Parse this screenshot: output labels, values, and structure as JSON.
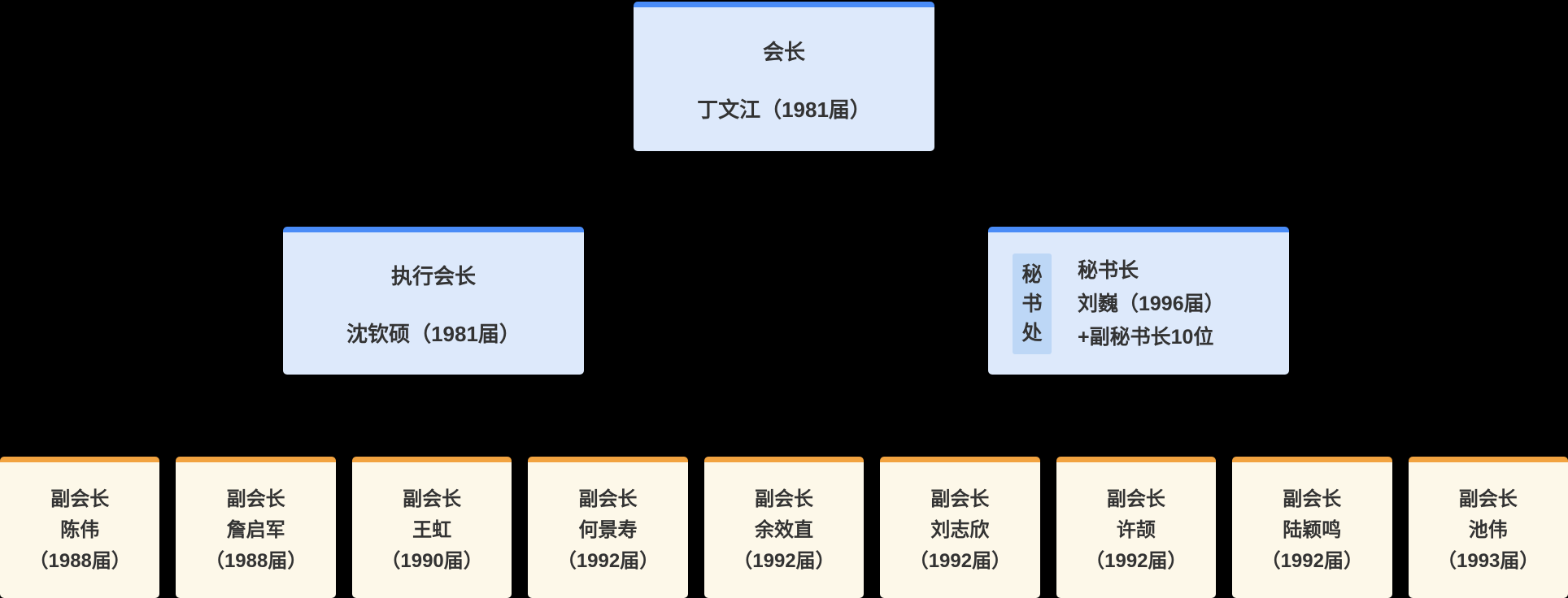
{
  "president": {
    "title": "会长",
    "name": "丁文江（1981届）"
  },
  "executive_president": {
    "title": "执行会长",
    "name": "沈钦硕（1981届）"
  },
  "secretariat": {
    "label": "秘书处",
    "line1": "秘书长",
    "line2": "刘巍（1996届）",
    "line3": "+副秘书长10位"
  },
  "vice_presidents": [
    {
      "title": "副会长",
      "name": "陈伟",
      "year": "（1988届）"
    },
    {
      "title": "副会长",
      "name": "詹启军",
      "year": "（1988届）"
    },
    {
      "title": "副会长",
      "name": "王虹",
      "year": "（1990届）"
    },
    {
      "title": "副会长",
      "name": "何景寿",
      "year": "（1992届）"
    },
    {
      "title": "副会长",
      "name": "余效直",
      "year": "（1992届）"
    },
    {
      "title": "副会长",
      "name": "刘志欣",
      "year": "（1992届）"
    },
    {
      "title": "副会长",
      "name": "许颉",
      "year": "（1992届）"
    },
    {
      "title": "副会长",
      "name": "陆颖鸣",
      "year": "（1992届）"
    },
    {
      "title": "副会长",
      "name": "池伟",
      "year": "（1993届）"
    }
  ],
  "colors": {
    "blue_border": "#4a8cf7",
    "blue_fill": "#dde9fb",
    "chip_fill": "#bdd7f6",
    "orange_border": "#f2a340",
    "cream_fill": "#fdf8e9",
    "background": "#000000",
    "text": "#333333"
  }
}
